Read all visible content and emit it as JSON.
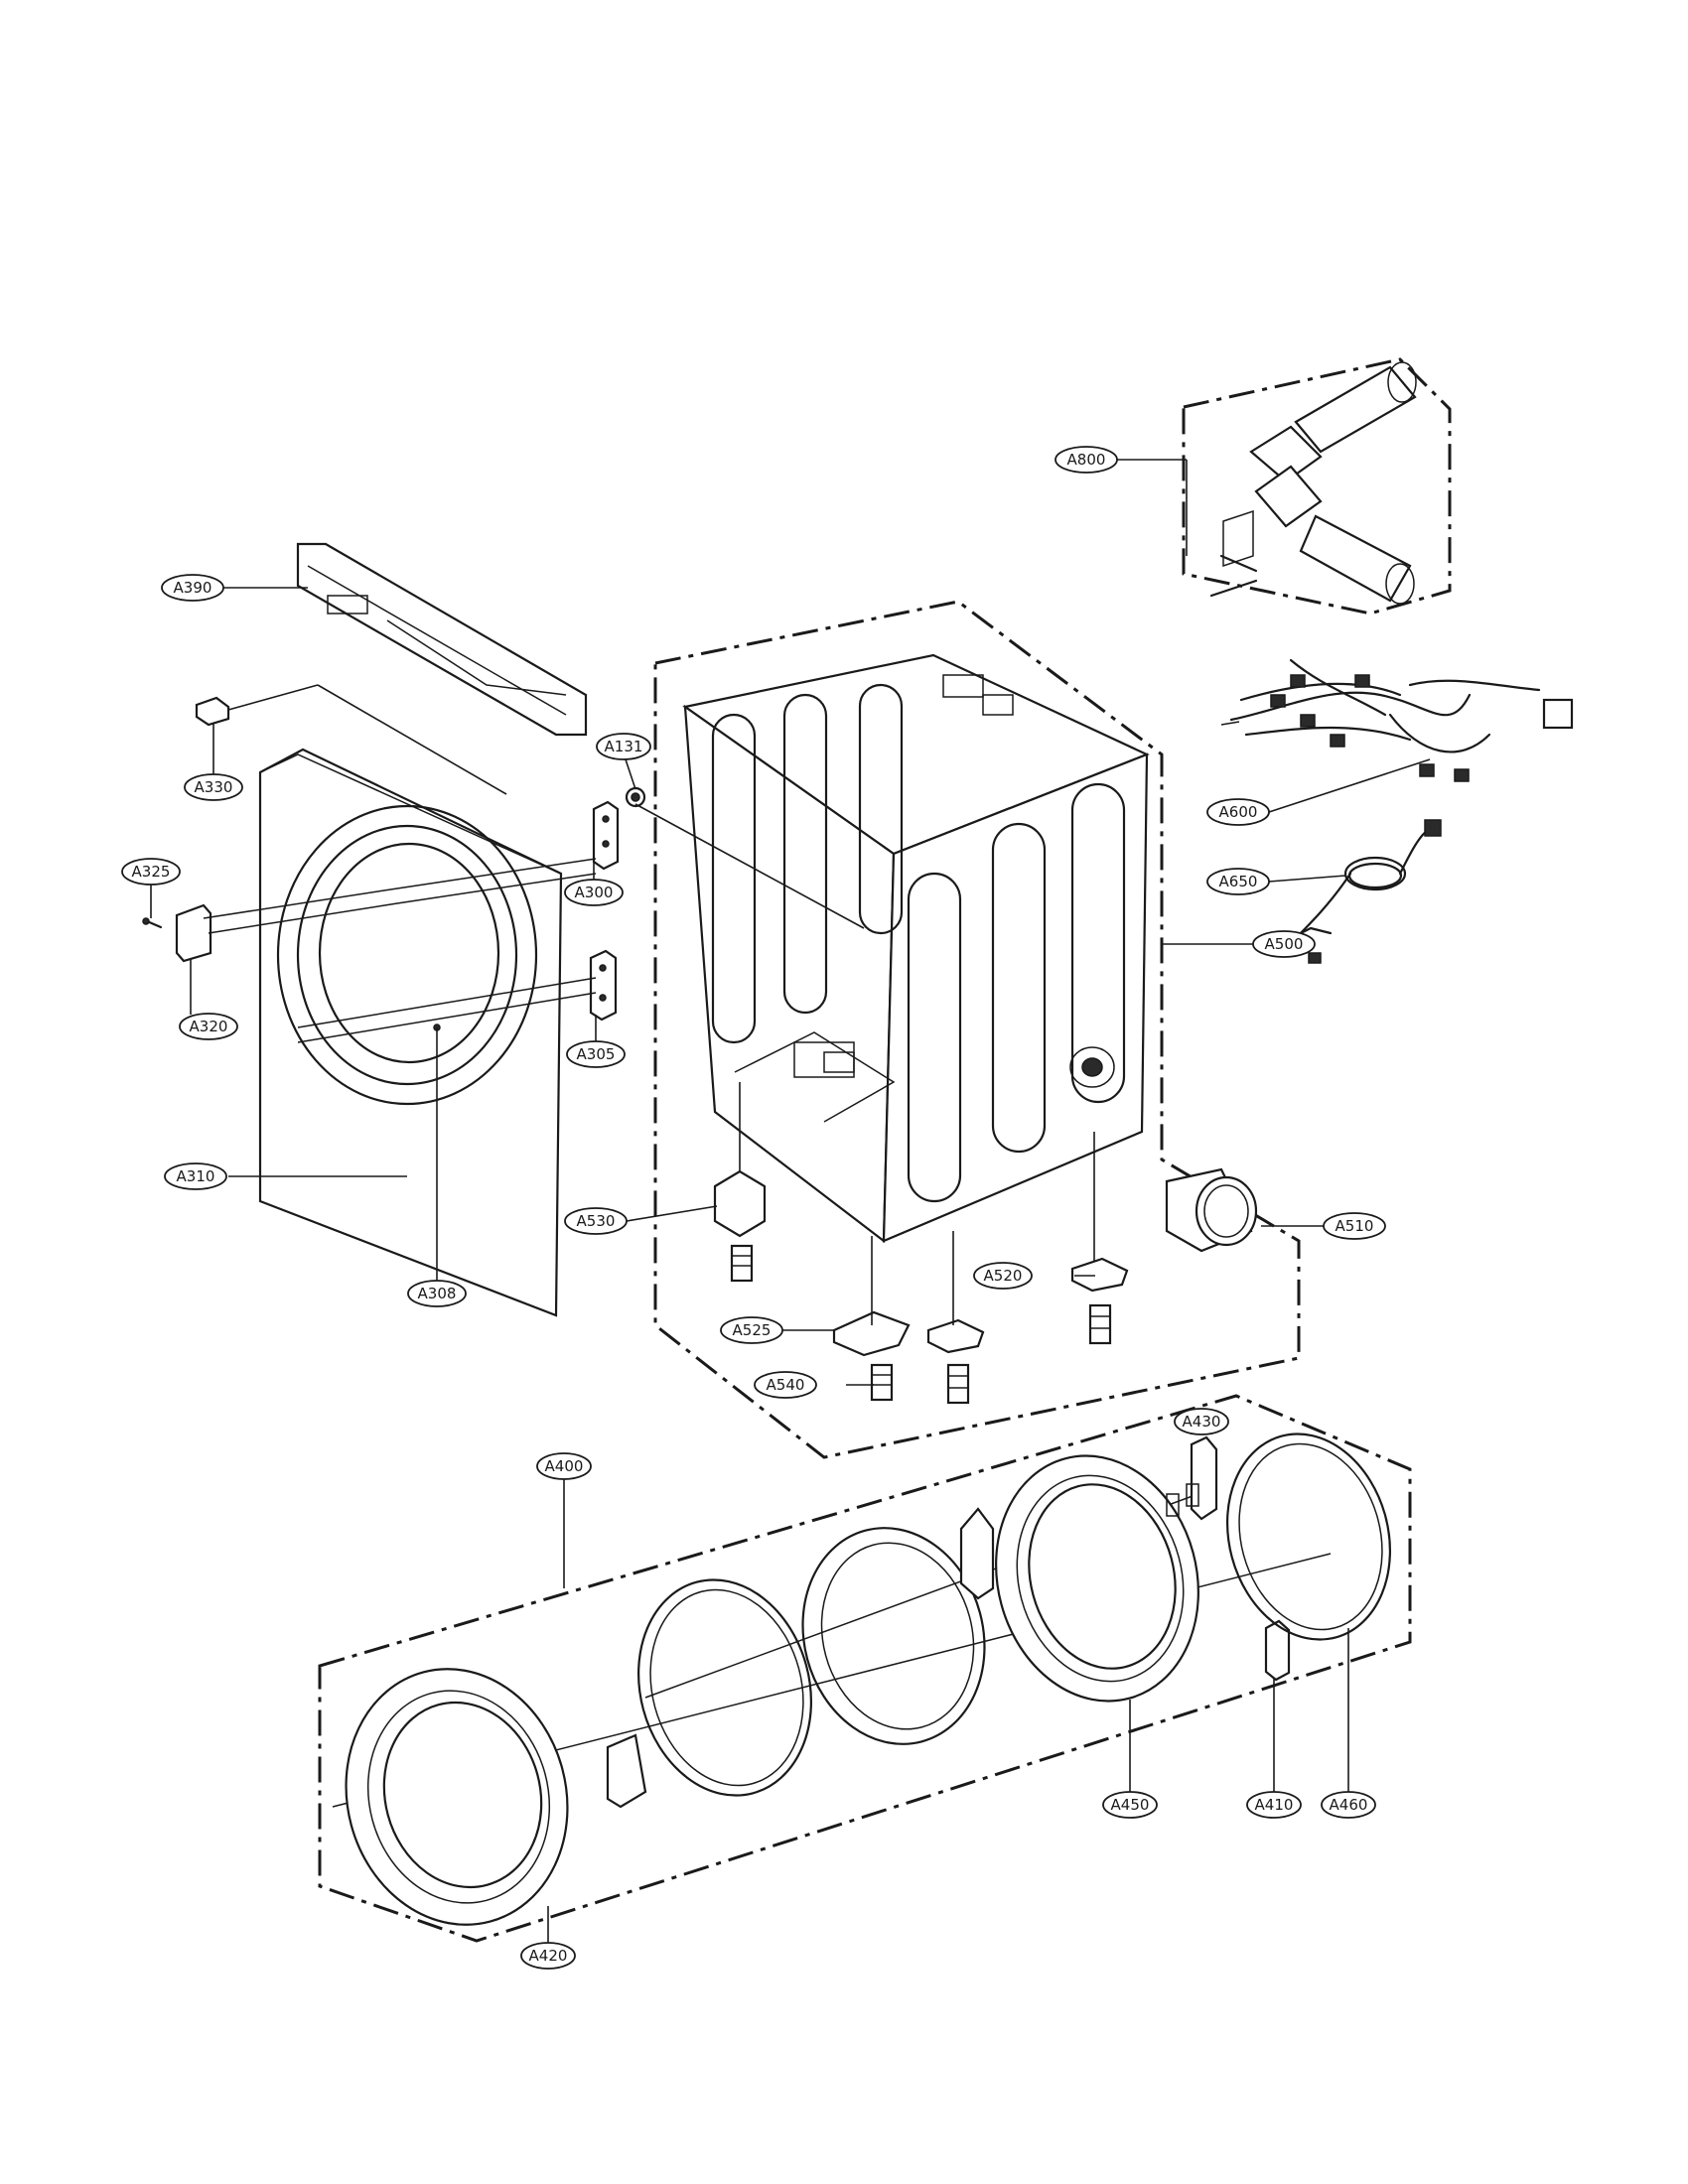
{
  "labels": {
    "a131": "A131",
    "a300": "A300",
    "a305": "A305",
    "a308": "A308",
    "a310": "A310",
    "a320": "A320",
    "a325": "A325",
    "a330": "A330",
    "a390": "A390",
    "a400": "A400",
    "a410": "A410",
    "a420": "A420",
    "a430": "A430",
    "a450": "A450",
    "a460": "A460",
    "a500": "A500",
    "a510": "A510",
    "a520": "A520",
    "a525": "A525",
    "a530": "A530",
    "a540": "A540",
    "a600": "A600",
    "a650": "A650",
    "a800": "A800"
  }
}
